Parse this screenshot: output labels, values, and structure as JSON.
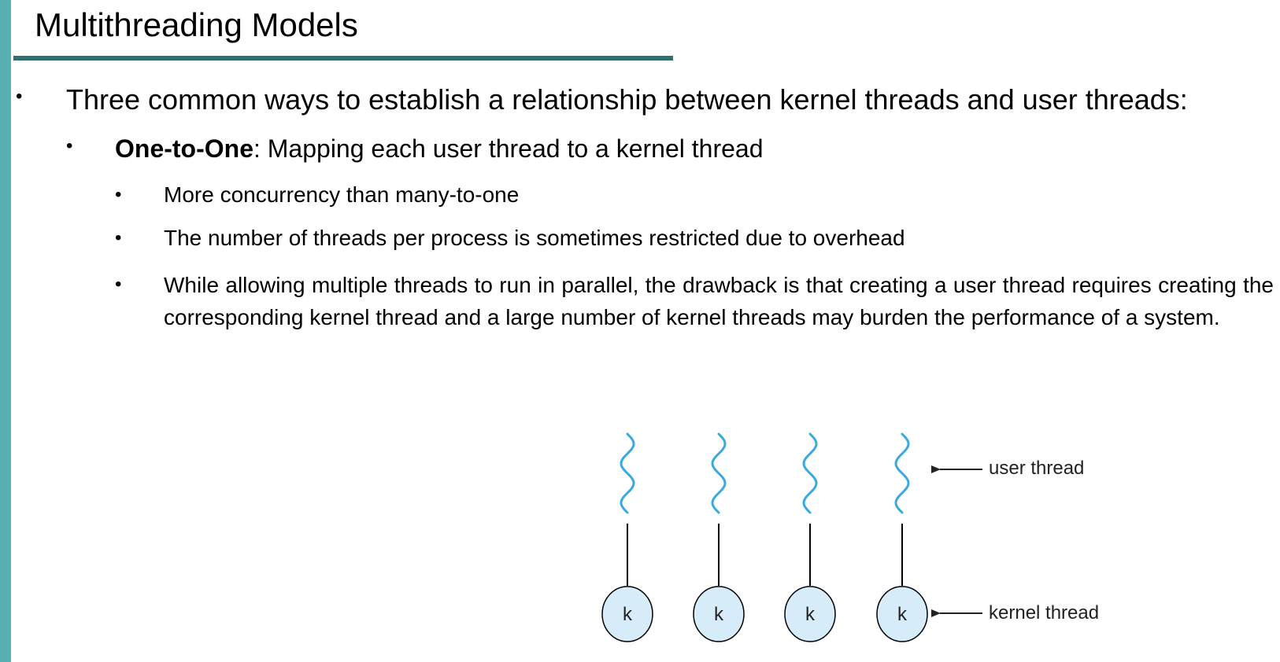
{
  "slide": {
    "title": "Multithreading Models",
    "bullet_char": "•",
    "intro": "Three common ways to establish a relationship between kernel threads and user threads:",
    "model": {
      "name": "One-to-One",
      "description": ": Mapping each user thread to a kernel thread",
      "points": [
        "More concurrency than many-to-one",
        "The number of threads per process is sometimes restricted due to overhead",
        "While allowing multiple threads to run in parallel, the drawback is that creating a user thread requires creating the corresponding kernel thread and a large number of kernel threads may burden the performance of a system."
      ]
    }
  },
  "diagram": {
    "kernel_nodes": [
      "k",
      "k",
      "k",
      "k"
    ],
    "user_thread_label": "user thread",
    "kernel_thread_label": "kernel thread",
    "thread_color": "#3AA9E0",
    "kernel_fill": "#D6ECF9"
  },
  "colors": {
    "accent_bar": "#57AFB0",
    "title_rule": "#306F6F"
  }
}
